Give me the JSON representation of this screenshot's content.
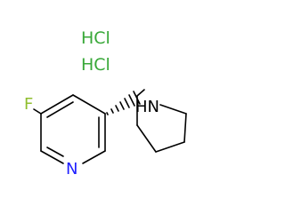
{
  "molecule": {
    "salts": [
      "HCl",
      "HCl"
    ],
    "atoms": {
      "fluorine": "F",
      "pyridine_nitrogen": "N",
      "pyrrolidine_nh": "HN"
    }
  },
  "colors": {
    "bond": "#000000",
    "salt_text": "#38a838",
    "fluorine": "#8fbe2e",
    "nitrogen": "#2020ff",
    "pyrrolidine_nh": "#000000"
  }
}
